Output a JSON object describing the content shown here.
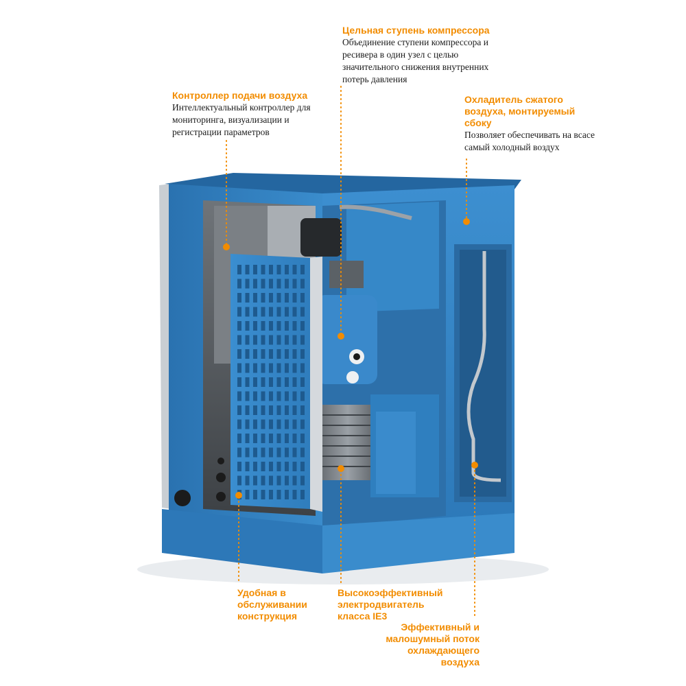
{
  "callouts": {
    "compressor_stage": {
      "title": "Цельная ступень компрессора",
      "desc": [
        "Объединение ступени компрессора и",
        "ресивера в один узел с целью",
        "значительного снижения внутренних",
        "потерь давления"
      ]
    },
    "air_controller": {
      "title": "Контроллер подачи воздуха",
      "desc": [
        "Интеллектуальный контроллер для",
        "мониторинга, визуализации и",
        "регистрации параметров"
      ]
    },
    "side_cooler": {
      "title": [
        "Охладитель сжатого",
        "воздуха, монтируемый",
        "сбоку"
      ],
      "desc": [
        "Позволяет обеспечивать на всасе",
        "самый холодный воздух"
      ]
    },
    "service_design": {
      "title": [
        "Удобная в",
        "обслуживании",
        "конструкция"
      ]
    },
    "motor": {
      "title": [
        "Высокоэффективный",
        "электродвигатель",
        "класса IE3"
      ]
    },
    "cooling_flow": {
      "title": [
        "Эффективный и",
        "малошумный поток",
        "охлаждающего",
        "воздуха"
      ]
    }
  },
  "colors": {
    "accent": "#f28c00",
    "cabinet_blue": "#2f7fbf",
    "cabinet_dark": "#1f5f95",
    "interior_gray": "#8a8f94"
  }
}
